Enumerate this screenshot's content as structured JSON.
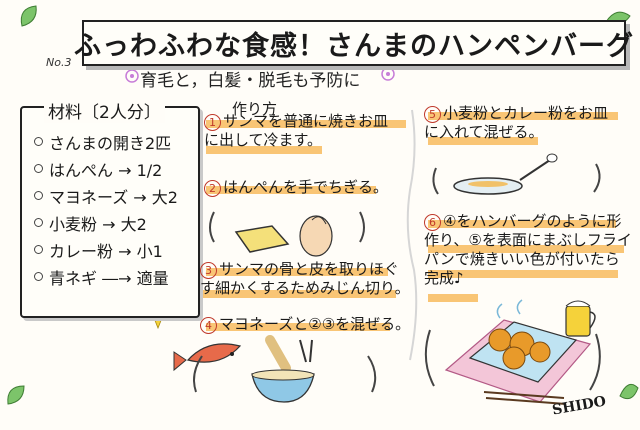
{
  "title": "ふっわふわな食感！さんまのハンペンバーグ",
  "recipe_number": "No.3",
  "subtitle": "育毛と，白髪・脱毛も予防に",
  "ingredients": {
    "heading": "材料〔2人分〕",
    "items": [
      "さんまの開き2匹",
      "はんぺん → 1/2",
      "マヨネーズ → 大2",
      "小麦粉 → 大2",
      "カレー粉 → 小1",
      "青ネギ ―→ 適量"
    ]
  },
  "instructions": {
    "heading": "作り方",
    "steps": [
      {
        "number": "1",
        "lines": [
          "サンマを普通に焼きお皿",
          "に出して冷ます。"
        ]
      },
      {
        "number": "2",
        "lines": [
          "はんぺんを手でちぎる。"
        ]
      },
      {
        "number": "3",
        "lines": [
          "サンマの骨と皮を取りほぐ",
          "す細かくするためみじん切り。"
        ]
      },
      {
        "number": "4",
        "lines": [
          "マヨネーズと②③を混ぜる。"
        ]
      },
      {
        "number": "5",
        "lines": [
          "小麦粉とカレー粉をお皿",
          "に入れて混ぜる。"
        ]
      },
      {
        "number": "6",
        "lines": [
          "④をハンバーグのように形",
          "作り、⑤を表面にまぶしフライ",
          "パンで焼きいい色が付いたら",
          "完成♪"
        ]
      }
    ]
  },
  "credit": "SHIDO",
  "colors": {
    "highlight": "#f7b24a",
    "leaf": "#7cc46a",
    "accent_red": "#c0392b",
    "plate": "#8fc8e6",
    "food": "#e89a2a"
  }
}
